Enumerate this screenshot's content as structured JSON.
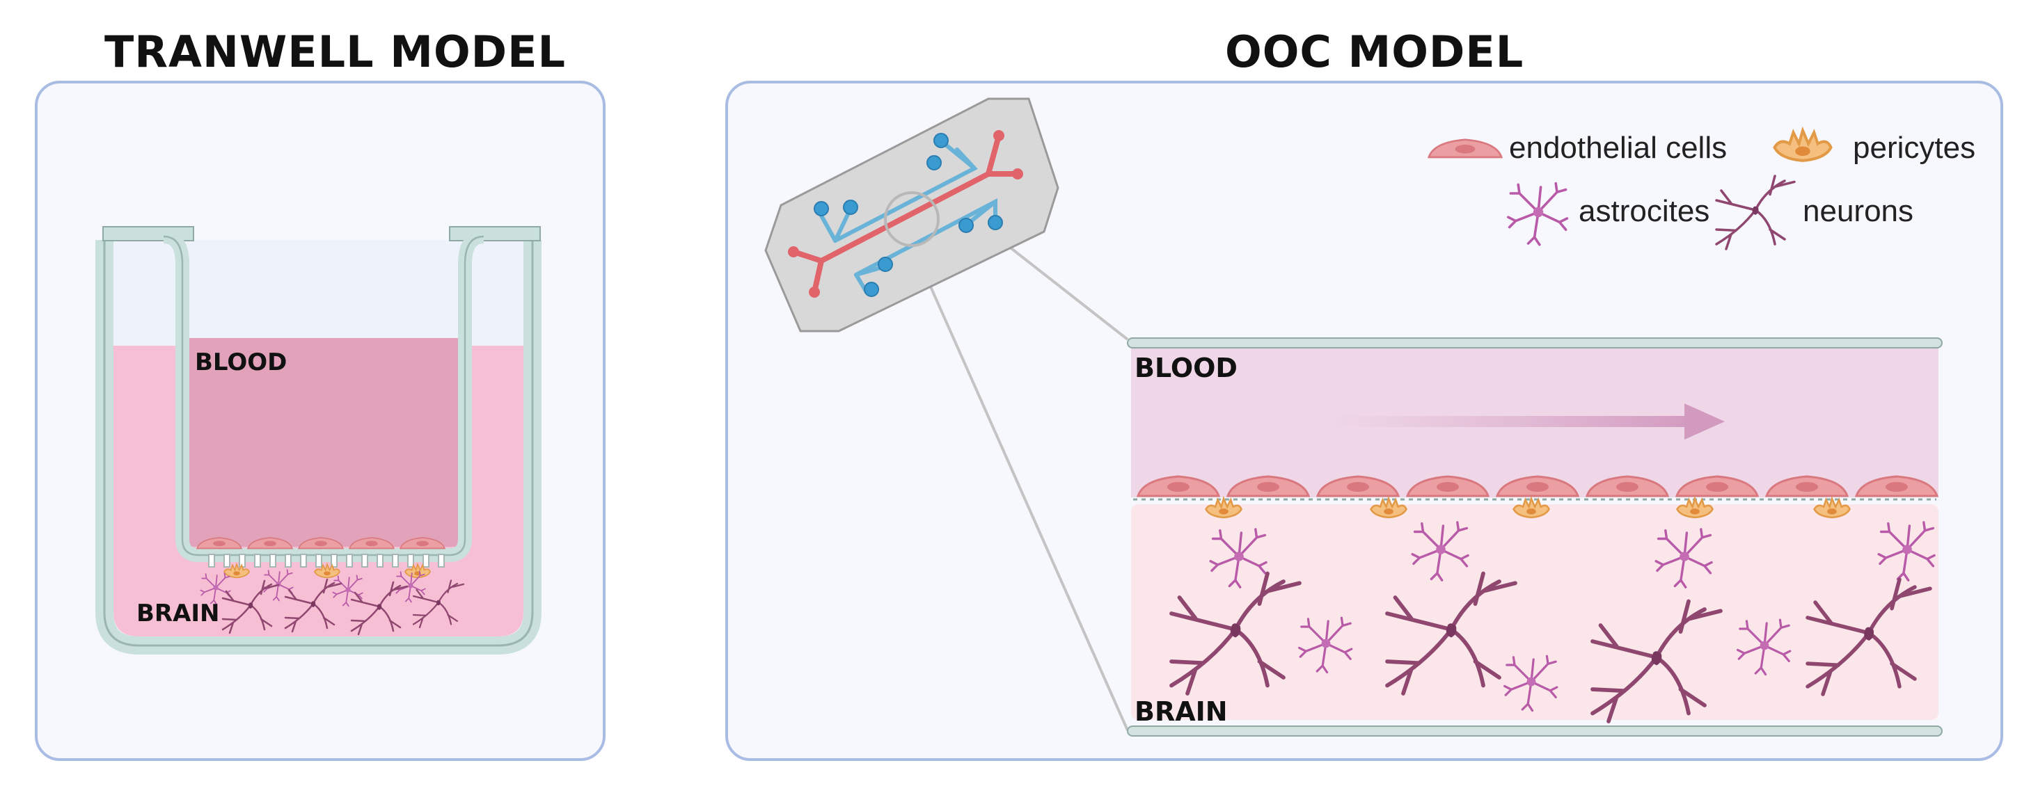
{
  "titles": {
    "left": "TRANWELL MODEL",
    "right": "OOC MODEL"
  },
  "transwell": {
    "blood_label": "BLOOD",
    "brain_label": "BRAIN"
  },
  "ooc": {
    "blood_label": "BLOOD",
    "brain_label": "BRAIN"
  },
  "legend": {
    "endothelial": "endothelial cells",
    "pericytes": "pericytes",
    "astrocites": "astrocites",
    "neurons": "neurons"
  },
  "colors": {
    "panel_border": "#a9bce3",
    "panel_fill": "#f7f8fd",
    "blood_pink": "#f2c4d9",
    "ooc_blood": "#efd7e8",
    "ooc_brain": "#fbe7ea",
    "endothelial": "#ec9fa3",
    "pericyte": "#f0b36a",
    "astrocyte": "#b85aa8",
    "neuron": "#8f4770",
    "channel_red": "#e06469",
    "channel_blue": "#6ab3d8",
    "well_wall": "#c9e0dc"
  }
}
